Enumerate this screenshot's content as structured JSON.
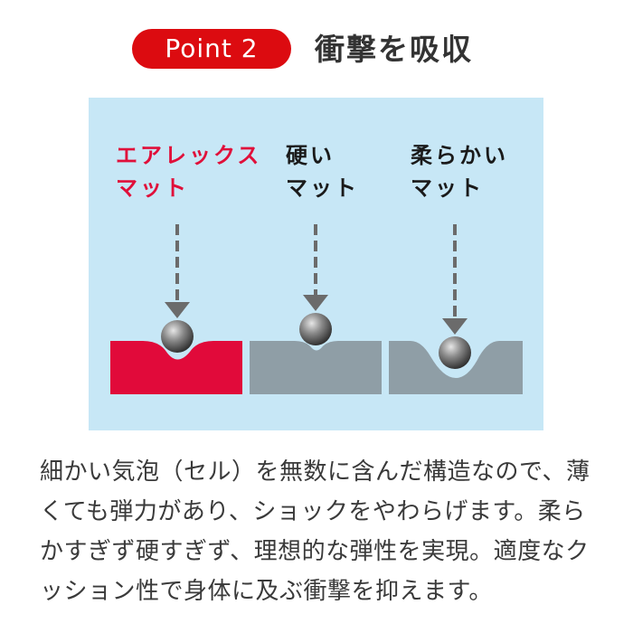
{
  "header": {
    "badge": "Point 2",
    "title": "衝撃を吸収"
  },
  "mats": [
    {
      "line1": "エアレックス",
      "line2": "マット"
    },
    {
      "line1": "硬い",
      "line2": "マット"
    },
    {
      "line1": "柔らかい",
      "line2": "マット"
    }
  ],
  "colors": {
    "badge": "#dc0b10",
    "highlight_label": "#e0103a",
    "panel_background": "#c7e7f6",
    "airex_mat": "#e10a3a",
    "other_mats": "#8f9ea6",
    "arrow": "#6b6b6b"
  },
  "description": "細かい気泡（セル）を無数に含んだ構造なので、薄くても弾力があり、ショックをやわらげます。柔らかすぎず硬すぎず、理想的な弾性を実現。適度なクッション性で身体に及ぶ衝撃を抑えます。"
}
